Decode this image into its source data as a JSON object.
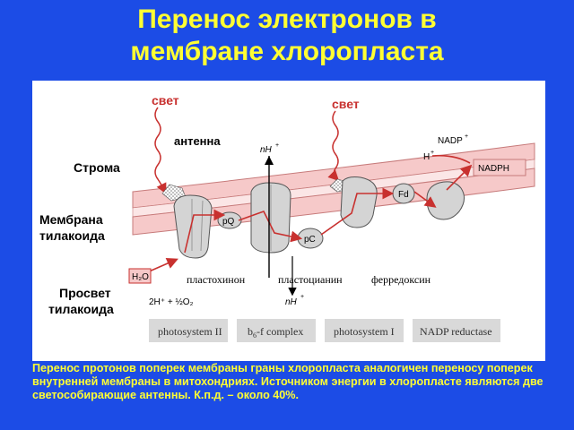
{
  "title_line1": "Перенос электронов в",
  "title_line2": "мембране  хлоропласта",
  "labels": {
    "light1": "свет",
    "light2": "свет",
    "antenna": "антенна",
    "stroma": "Строма",
    "membrane1": "Мембрана",
    "membrane2": "тилакоида",
    "lumen1": "Просвет",
    "lumen2": "тилакоида",
    "nh_top": "nH",
    "nadp": "NADP",
    "h_plus": "H",
    "nadph": "NADPH",
    "fd": "Fd",
    "pq": "pQ",
    "pc": "pC",
    "h2o": "H₂O",
    "o2_products": "2H⁺ + ½O₂",
    "nh_bottom": "nH",
    "plastoquinone": "пластохинон",
    "plastocyanin": "пластоцианин",
    "ferredoxin": "ферредоксин"
  },
  "complexes": [
    "photosystem II",
    "b6-f complex",
    "photosystem I",
    "NADP reductase"
  ],
  "b6f_label": {
    "b": "b",
    "sub": "6",
    "rest": "-f complex"
  },
  "caption": "Перенос протонов поперек мембраны граны хлоропласта аналогичен переносу поперек внутренней мембраны в митохондриях.  Источником энергии в хлоропласте являются две светособирающие антенны. К.п.д. – около 40%.",
  "colors": {
    "background": "#1c4ce6",
    "title": "#ffff33",
    "membrane": "#f6c9c9",
    "membrane_edge": "#c77b7b",
    "protein": "#d4d4d4",
    "arrow": "#c8312f",
    "label_red": "#c8312f",
    "complex_box": "#d9d9d9"
  }
}
